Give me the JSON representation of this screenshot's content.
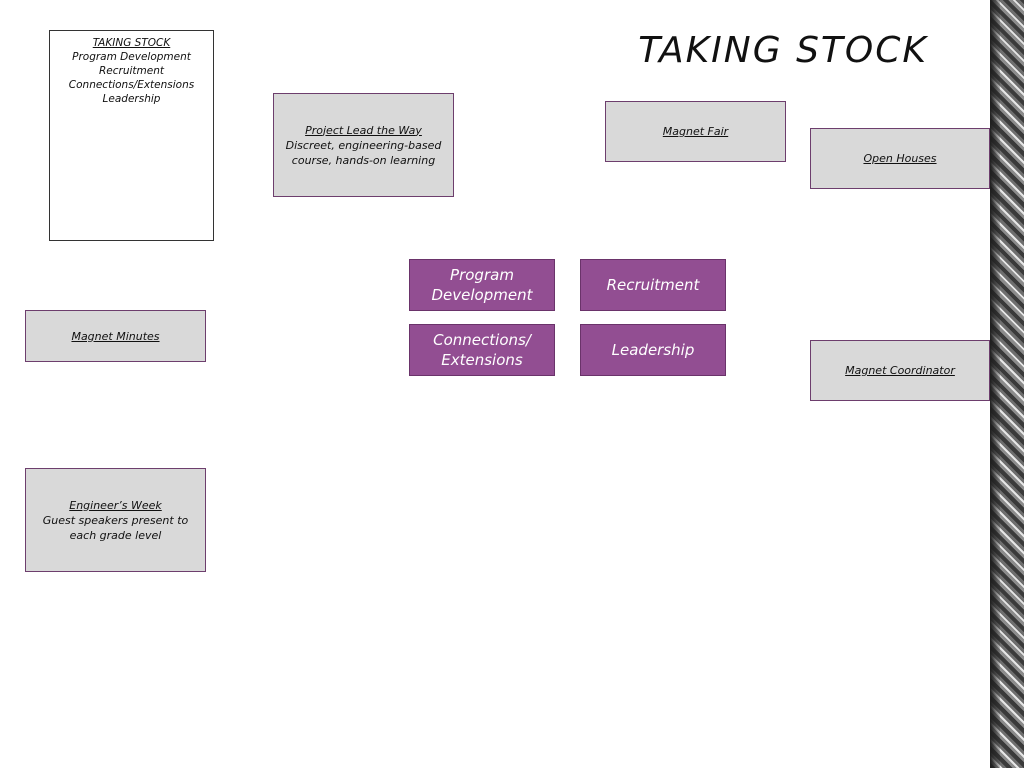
{
  "slide": {
    "title": "TAKING STOCK"
  },
  "legend": {
    "title": "TAKING STOCK",
    "lines": [
      "Program Development",
      "Recruitment",
      "Connections/Extensions",
      "Leadership"
    ]
  },
  "categories": {
    "program_development": "Program Development",
    "recruitment": "Recruitment",
    "connections_extensions": "Connections/ Extensions",
    "leadership": "Leadership"
  },
  "cards": {
    "project_lead": {
      "title": "Project Lead the Way",
      "description": "Discreet, engineering-based course, hands-on learning"
    },
    "magnet_fair": {
      "title": "Magnet Fair"
    },
    "open_houses": {
      "title": "Open Houses"
    },
    "magnet_minutes": {
      "title": "Magnet Minutes"
    },
    "magnet_coordinator": {
      "title": "Magnet Coordinator"
    },
    "engineers_week": {
      "title": "Engineer’s Week",
      "description": "Guest speakers present to each grade level"
    }
  },
  "colors": {
    "category_fill": "#924e92",
    "category_border": "#6a336a",
    "card_fill": "#d9d9d9",
    "card_border": "#6d3e6d"
  }
}
